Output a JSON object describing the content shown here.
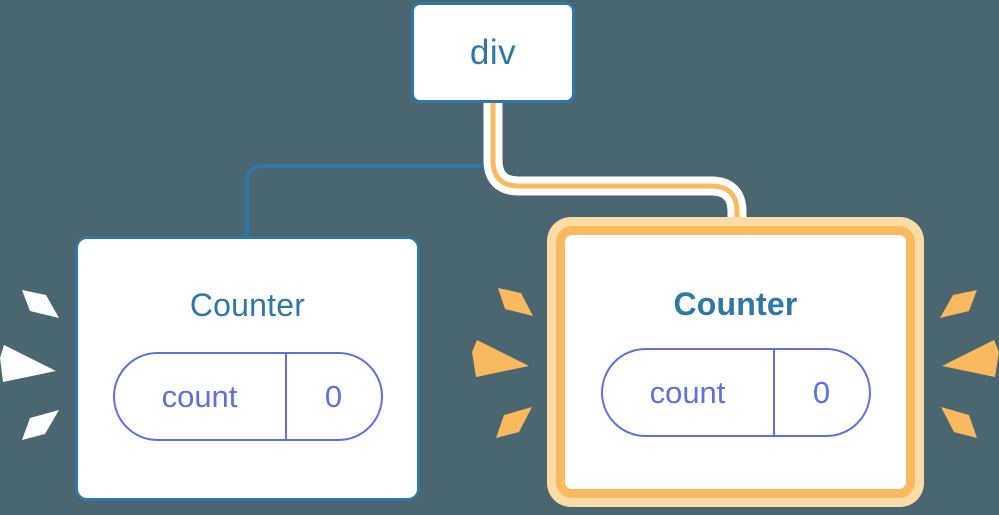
{
  "diagram": {
    "title": "React component tree re-render highlight",
    "background_color": "#4a6670"
  },
  "colors": {
    "blue": "#2e77a6",
    "orange": "#f8b95f",
    "orange_light": "#fbdca6",
    "indigo": "#6170db",
    "white": "#ffffff",
    "background": "#4a6670"
  },
  "nodes": {
    "root": {
      "label": "div",
      "border_color": "#2e77a6",
      "highlighted": false
    },
    "counter_left": {
      "title": "Counter",
      "border_color": "#2e77a6",
      "highlighted": false,
      "state": {
        "key": "count",
        "value": "0"
      }
    },
    "counter_right": {
      "title": "Counter",
      "border_color": "#f8b95f",
      "highlighted": true,
      "state": {
        "key": "count",
        "value": "0"
      }
    }
  },
  "edges": [
    {
      "name": "div-to-counter-left",
      "from": "root",
      "to": "counter_left",
      "color": "#2e77a6",
      "highlighted": false
    },
    {
      "name": "div-to-counter-right",
      "from": "root",
      "to": "counter_right",
      "color": "#f8b95f",
      "highlighted": true
    }
  ],
  "sparkles": [
    {
      "name": "sparkle-left-outer",
      "color": "#ffffff",
      "side": "left"
    },
    {
      "name": "sparkle-middle",
      "color": "#f8b95f",
      "side": "right"
    },
    {
      "name": "sparkle-right-outer",
      "color": "#f8b95f",
      "side": "right"
    }
  ]
}
